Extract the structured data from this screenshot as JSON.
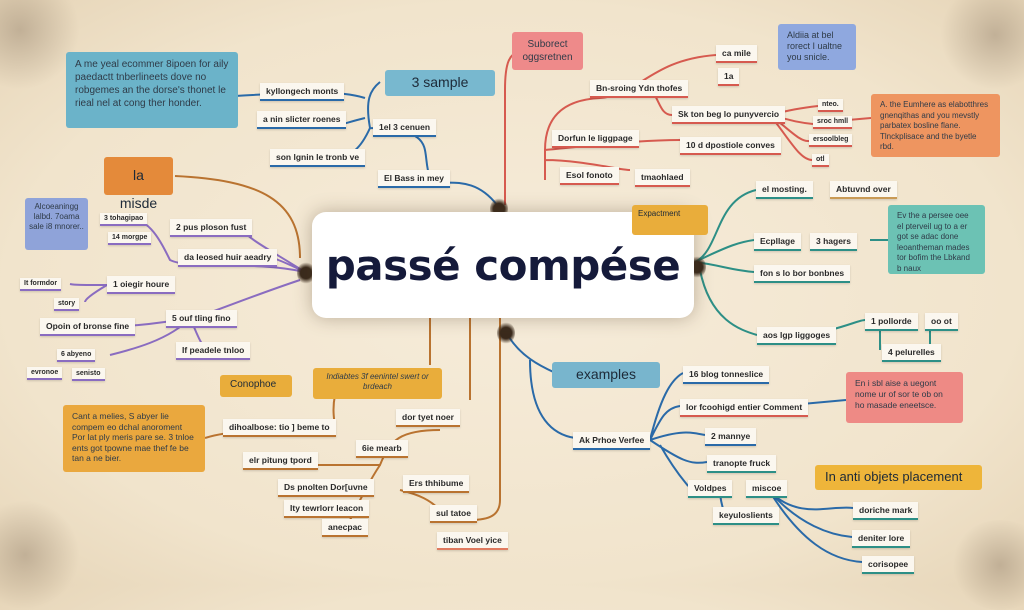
{
  "title": "passé compése",
  "colors": {
    "background": "#f3e8d4",
    "title": "#151a3a",
    "blue": "#2a6aa8",
    "purple": "#8a6cc0",
    "red": "#d65a4f",
    "teal": "#2d8f86",
    "brown": "#b97330"
  },
  "notes": {
    "teal_top_left": "A me yeal ecommer 8ipoen for aily paedactt tnberlineets dove no robgemes an the dorse's thonet le rieal nel at cong ther honder.",
    "blue_left": "Alcoeaningg lalbd. 7oama sale i8 mnorer..",
    "pink_top": "Suborect oggsretnen",
    "blue_top_right": "Aldiia at bel rorect I ualtne you snicle.",
    "orange_right": "A. the Eumhere as elabotthres gnenqithas and you mevstly parbatex bosline flane. Tlnckplisace and the byetle rbd.",
    "teal_right": "Ev the a persee oee el pterveil ug to a er got se adac done leoantheman mades tor bofim the Lbkand b naux",
    "orange_bottom_left": "Cant a melies, S abyer lie compem eo dchal anoroment Por lat ply meris pare se. 3 tnloe ents got tpowne mae thef fe be tan a ne bier.",
    "pink_right": "En i sbl aise a uegont nome ur of sor te ob on ho masade eneetsce.",
    "yellow_bottom": "Indiabtes 3f eenintel swert or brdeach"
  },
  "tags": {
    "sample": "3 sample",
    "miside": "la misde",
    "expactment": "Expactment",
    "conophoe": "Conophoe",
    "examples": "examples",
    "placement": "In anti objets placement"
  },
  "blue_top": [
    "kyllongech monts",
    "a nin slicter roenes",
    "1el 3 cenuen",
    "son lgnin le tronb ve",
    "El Bass in mey"
  ],
  "purple": [
    "3 tohagipao",
    "2 pus ploson fust",
    "14 morgpe",
    "da leosed huir aeadry",
    "It formdor",
    "1 oiegir houre",
    "story",
    "Opoin of bronse fine",
    "5 ouf tling fino",
    "If peadele tnloo",
    "6 abyeno",
    "evronoe",
    "senisto"
  ],
  "red": [
    "ca mile",
    "1a",
    "Bn-sroing Ydn thofes",
    "Sk ton beg lo punyvercio",
    "Dorfun le liggpage",
    "10 d dpostiole conves",
    "Esol fonoto",
    "tmaohlaed",
    "nteo.",
    "sroc hmll",
    "ersoolbleg",
    "otl"
  ],
  "teal": [
    "el mosting.",
    "Abtuvnd over",
    "Ecpllage",
    "3 hagers",
    "fon s lo bor bonbnes",
    "1 pollorde",
    "oo ot",
    "aos lgp liggoges",
    "4 pelurelles"
  ],
  "blue_bottom": [
    "16 blog tonneslice",
    "lor fcoohigd entier Comment",
    "Ak Prhoe Verfee",
    "2 mannye",
    "tranopte fruck",
    "Voldpes",
    "miscoe",
    "keyuloslients",
    "doriche mark",
    "deniter lore",
    "corisopee"
  ],
  "brown": [
    "dihoalbose: tio ] beme to",
    "dor tyet noer",
    "6ie mearb",
    "elr pitung tpord",
    "Ds pnolten Dor[uvne",
    "Ers thhibume",
    "Ity tewrlorr leacon",
    "sul tatoe",
    "anecpac",
    "tiban Voel yice"
  ]
}
